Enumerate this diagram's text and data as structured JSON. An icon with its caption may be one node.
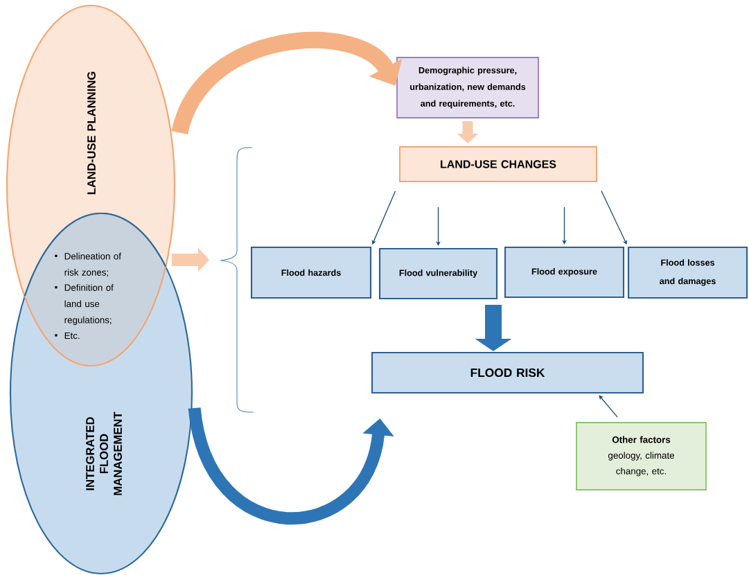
{
  "diagram": {
    "nodes": [
      {
        "text": [
          "LAND-USE PLANNING"
        ]
      },
      {
        "text": [
          "INTEGRATED FLOOD MANAGEMENT"
        ]
      },
      {
        "text": [
          "Delineation of risk zones;",
          "Definition of land use regulations;",
          "Etc."
        ]
      },
      {
        "text": [
          "Demographic pressure, urbanization, new demands and requirements, etc."
        ]
      },
      {
        "text": [
          "LAND-USE CHANGES"
        ]
      },
      {
        "text": [
          "Flood hazards"
        ]
      },
      {
        "text": [
          "Flood vulnerability"
        ]
      },
      {
        "text": [
          "Flood exposure"
        ]
      },
      {
        "text": [
          "Flood losses and damages"
        ]
      },
      {
        "text": [
          "FLOOD RISK"
        ]
      },
      {
        "text": [
          "Other factors",
          "geology, climate change, etc."
        ]
      }
    ],
    "edges": [
      {
        "from": 0,
        "to": 3,
        "arrow": "to",
        "style": "thick",
        "color": "#f4b183"
      },
      {
        "from": 3,
        "to": 4,
        "arrow": "to",
        "style": "thick",
        "color": "#f8cbad"
      },
      {
        "from": 2,
        "to": null,
        "arrow": "to",
        "style": "thick",
        "color": "#f8cbad"
      },
      {
        "from": 4,
        "to": 5,
        "arrow": "to"
      },
      {
        "from": 4,
        "to": 6,
        "arrow": "to"
      },
      {
        "from": 4,
        "to": 7,
        "arrow": "to"
      },
      {
        "from": 4,
        "to": 8,
        "arrow": "to"
      },
      {
        "from": 6,
        "to": 9,
        "arrow": "to",
        "style": "thick",
        "color": "#2e75b6"
      },
      {
        "from": 10,
        "to": 9,
        "arrow": "to"
      },
      {
        "from": 1,
        "to": 9,
        "arrow": "to",
        "style": "thick",
        "color": "#2e75b6"
      }
    ]
  }
}
